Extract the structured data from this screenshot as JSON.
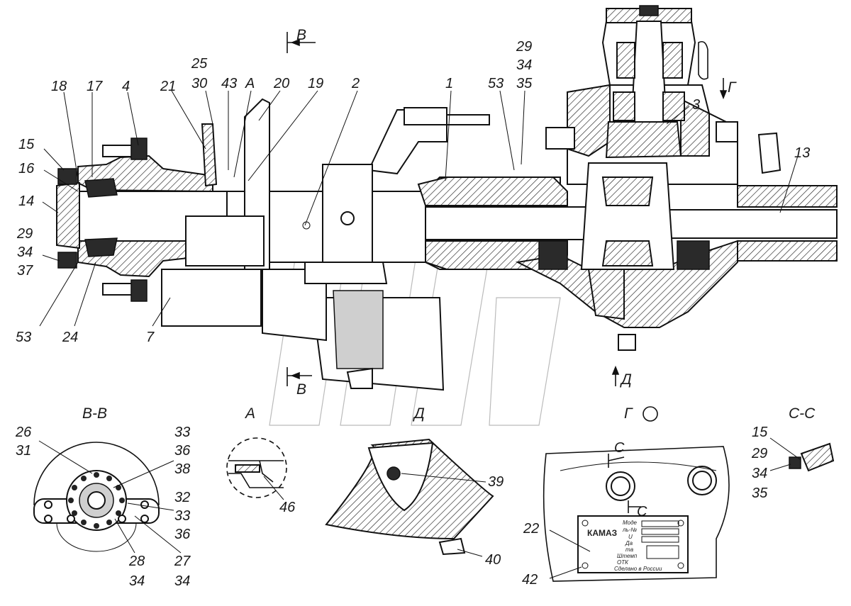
{
  "main_labels": {
    "l18": "18",
    "l17": "17",
    "l4": "4",
    "l21": "21",
    "l25": "25",
    "l30": "30",
    "l43": "43",
    "lA": "А",
    "l20": "20",
    "l19": "19",
    "l2": "2",
    "l1": "1",
    "l29a": "29",
    "l34a": "34",
    "l35a": "35",
    "l53a": "53",
    "l3": "3",
    "l13": "13",
    "l15": "15",
    "l16": "16",
    "l14": "14",
    "l29b": "29",
    "l34b": "34",
    "l37": "37",
    "l53b": "53",
    "l24": "24",
    "l7": "7",
    "lB_top": "В",
    "lB_bot": "В",
    "lG_arrow": "Г",
    "lD_arrow": "Д"
  },
  "views": {
    "bb": {
      "title": "В-В",
      "labels": {
        "l26": "26",
        "l31": "31",
        "l33a": "33",
        "l36a": "36",
        "l38": "38",
        "l32": "32",
        "l33b": "33",
        "l36b": "36",
        "l28": "28",
        "l34a": "34",
        "l27": "27",
        "l34b": "34"
      }
    },
    "a": {
      "title": "А",
      "labels": {
        "l46": "46"
      }
    },
    "d": {
      "title": "Д",
      "labels": {
        "l39": "39",
        "l40": "40"
      }
    },
    "g": {
      "title": "Г",
      "labels": {
        "l22": "22",
        "l42": "42",
        "lC1": "С",
        "lC2": "С"
      },
      "plate": {
        "brand": "КАМАЗ",
        "lines": [
          "Моде",
          "ль-№",
          "U",
          "Да",
          "та",
          "Штемп",
          "ОТК",
          "Сделано в России"
        ]
      }
    },
    "cc": {
      "title": "С-С",
      "labels": {
        "l15": "15",
        "l29": "29",
        "l34": "34",
        "l35": "35"
      }
    }
  }
}
